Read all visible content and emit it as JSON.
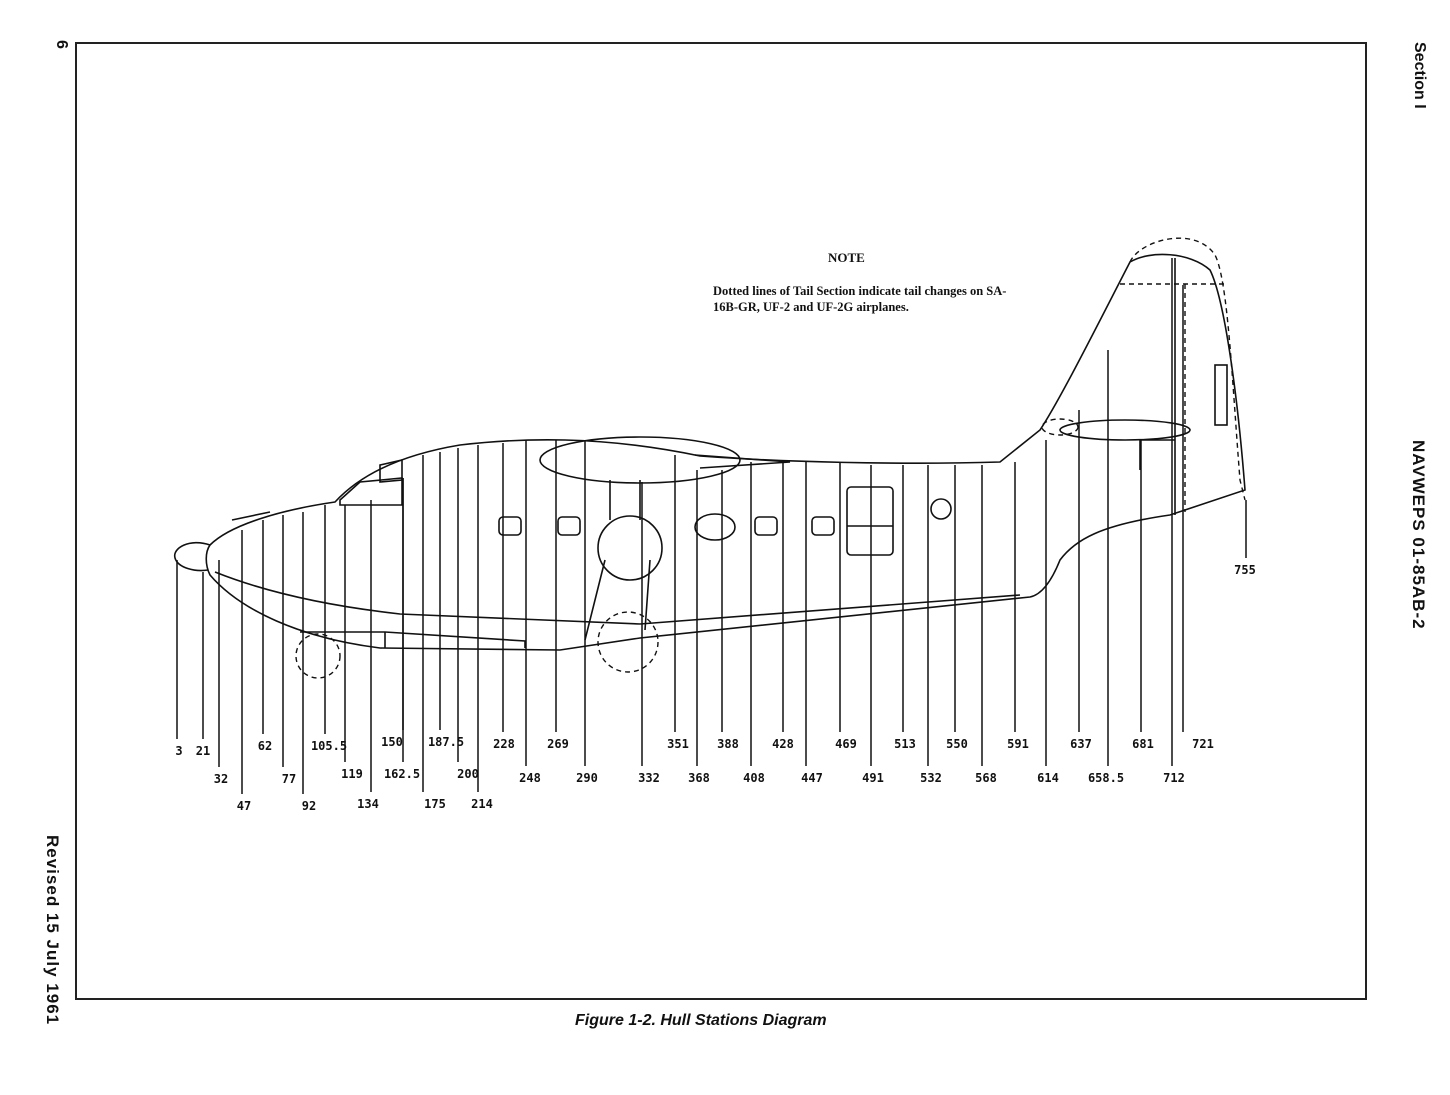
{
  "page_number": "6",
  "header_section": "Section I",
  "document_id": "NAVWEPS 01-85AB-2",
  "revision": "Revised 15 July 1961",
  "caption": "Figure 1-2.  Hull Stations Diagram",
  "note": {
    "title": "NOTE",
    "body": "Dotted lines of Tail Section indicate tail changes on SA-16B-GR, UF-2 and UF-2G airplanes."
  },
  "stations": [
    "3",
    "21",
    "32",
    "47",
    "62",
    "77",
    "92",
    "105.5",
    "119",
    "134",
    "150",
    "162.5",
    "175",
    "187.5",
    "200",
    "214",
    "228",
    "248",
    "269",
    "290",
    "332",
    "351",
    "368",
    "388",
    "408",
    "428",
    "447",
    "469",
    "491",
    "513",
    "532",
    "550",
    "568",
    "591",
    "614",
    "637",
    "658.5",
    "681",
    "712",
    "721",
    "755"
  ]
}
